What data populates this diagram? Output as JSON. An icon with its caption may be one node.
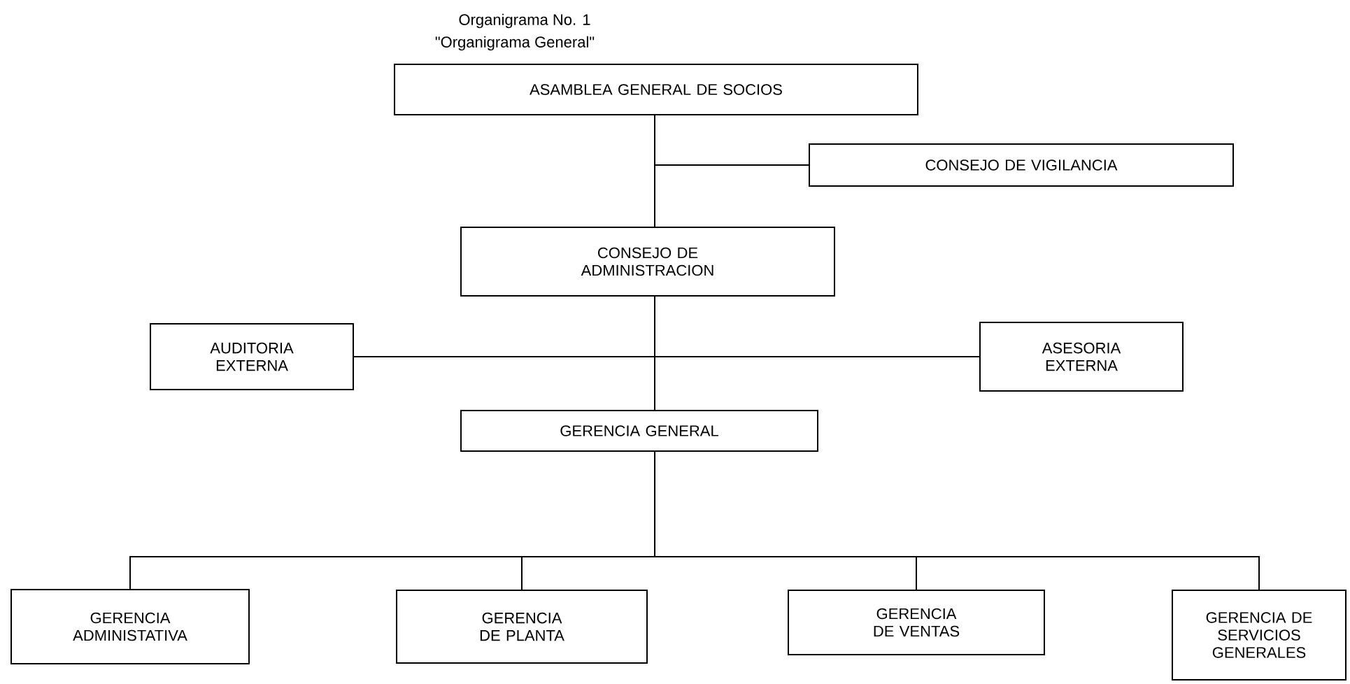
{
  "diagram": {
    "title": "Organigrama No. 1",
    "nodes": [
      {
        "text": [
          "ASAMBLEA GENERAL DE SOCIOS"
        ]
      },
      {
        "text": [
          "CONSEJO DE VIGILANCIA"
        ]
      },
      {
        "text": [
          "CONSEJO DE ADMINISTRACION"
        ]
      },
      {
        "text": [
          "AUDITORIA EXTERNA"
        ]
      },
      {
        "text": [
          "ASESORIA EXTERNA"
        ]
      },
      {
        "text": [
          "GERENCIA GENERAL"
        ]
      },
      {
        "text": [
          "GERENCIA ADMINISTATIVA"
        ]
      },
      {
        "text": [
          "GERENCIA DE PLANTA"
        ]
      },
      {
        "text": [
          "GERENCIA DE VENTAS"
        ]
      },
      {
        "text": [
          "GERENCIA DE SERVICIOS GENERALES"
        ]
      }
    ],
    "edges": [
      {
        "from": 0,
        "to": 2,
        "arrow": "none"
      },
      {
        "from": 0,
        "to": 1,
        "arrow": "none"
      },
      {
        "from": 2,
        "to": 3,
        "arrow": "none"
      },
      {
        "from": 2,
        "to": 4,
        "arrow": "none"
      },
      {
        "from": 2,
        "to": 5,
        "arrow": "none"
      },
      {
        "from": 5,
        "to": 6,
        "arrow": "none"
      },
      {
        "from": 5,
        "to": 7,
        "arrow": "none"
      },
      {
        "from": 5,
        "to": 8,
        "arrow": "none"
      },
      {
        "from": 5,
        "to": 9,
        "arrow": "none"
      }
    ],
    "labels": [
      "\"Organigrama General\""
    ]
  }
}
